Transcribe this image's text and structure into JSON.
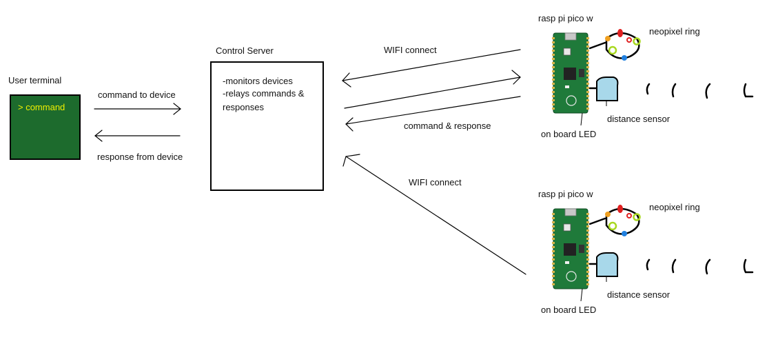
{
  "user_terminal": {
    "title": "User terminal",
    "prompt": "> command"
  },
  "arrows": {
    "command_to_device": "command to device",
    "response_from_device": "response from device",
    "wifi_connect_top": "WIFI connect",
    "command_and_response": "command & response",
    "wifi_connect_bottom": "WIFI connect"
  },
  "control_server": {
    "title": "Control Server",
    "lines": [
      "-monitors devices",
      "-relays commands &",
      "responses"
    ]
  },
  "devices": [
    {
      "board_label": "rasp pi pico w",
      "ring_label": "neopixel ring",
      "sensor_label": "distance sensor",
      "led_label": "on board LED"
    },
    {
      "board_label": "rasp pi pico w",
      "ring_label": "neopixel ring",
      "sensor_label": "distance sensor",
      "led_label": "on board LED"
    }
  ],
  "colors": {
    "terminal_bg": "#1d6b2d",
    "terminal_text": "#f0f000",
    "board_green": "#1f7a3a",
    "pin_gold": "#d9b64a",
    "sensor_blue": "#a8d8ea",
    "ring_red": "#e02020",
    "ring_orange": "#f0a020",
    "ring_yellowgreen": "#a8d820",
    "ring_blue": "#2080e0"
  }
}
